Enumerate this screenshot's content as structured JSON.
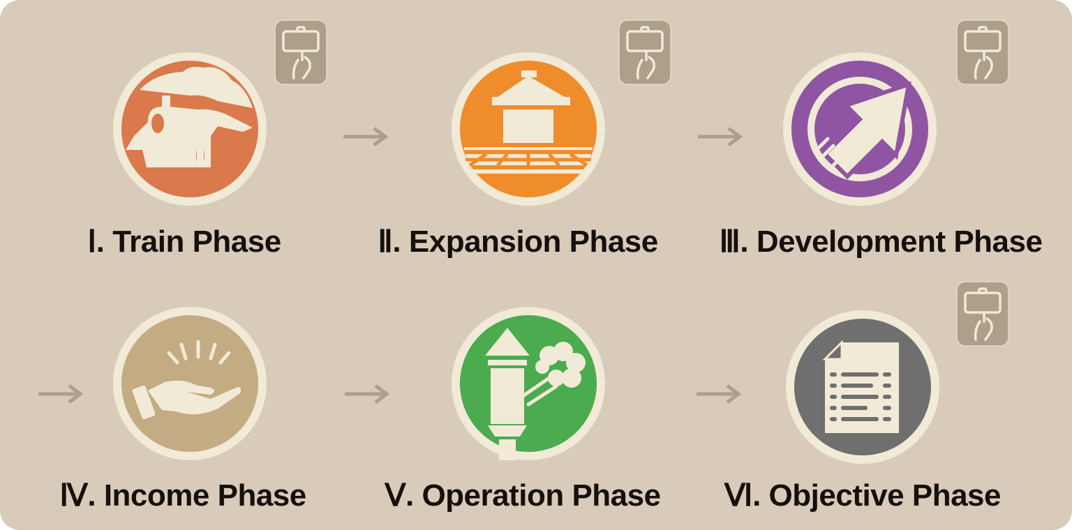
{
  "phases": [
    {
      "numeral": "Ⅰ.",
      "name": "Train Phase",
      "icon": "steam-locomotive-icon",
      "color": "#d9794c",
      "has_card": true
    },
    {
      "numeral": "Ⅱ.",
      "name": "Expansion Phase",
      "icon": "station-icon",
      "color": "#ef8c2c",
      "has_card": true
    },
    {
      "numeral": "Ⅲ.",
      "name": "Development Phase",
      "icon": "arrow-up-right-icon",
      "color": "#8f55a2",
      "has_card": true
    },
    {
      "numeral": "Ⅳ.",
      "name": "Income Phase",
      "icon": "hand-receiving-icon",
      "color": "#c3ab83",
      "has_card": false
    },
    {
      "numeral": "Ⅴ.",
      "name": "Operation Phase",
      "icon": "smokestack-icon",
      "color": "#4aab4f",
      "has_card": false
    },
    {
      "numeral": "Ⅵ.",
      "name": "Objective Phase",
      "icon": "document-icon",
      "color": "#6f6f6f",
      "has_card": true
    }
  ],
  "colors": {
    "background": "#d8cbba",
    "ring": "#f1ead6",
    "card": "#ae9f8a",
    "arrow": "#ae9f8a",
    "text": "#15100c"
  }
}
